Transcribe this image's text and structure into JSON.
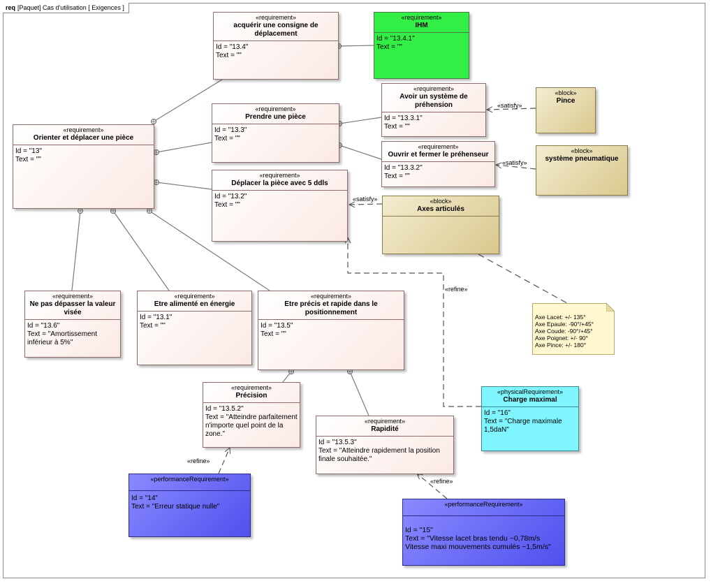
{
  "frame": {
    "keyword": "req",
    "title": "[Paquet] Cas d'utilisation [ Exigences ]"
  },
  "stereotypes": {
    "requirement": "«requirement»",
    "block": "«block»",
    "physical": "«physicalRequirement»",
    "performance": "«performanceRequirement»"
  },
  "requirements": {
    "r13": {
      "name": "Orienter et déplacer une pièce",
      "id": "Id = \"13\"",
      "text": "Text = \"\""
    },
    "r134": {
      "name": "acquérir une consigne de déplacement",
      "id": "Id = \"13.4\"",
      "text": "Text = \"\""
    },
    "r1341": {
      "name": "IHM",
      "id": "Id = \"13.4.1\"",
      "text": "Text = \"\""
    },
    "r133": {
      "name": "Prendre une pièce",
      "id": "Id = \"13.3\"",
      "text": "Text = \"\""
    },
    "r1331": {
      "name": "Avoir un système de préhension",
      "id": "Id = \"13.3.1\"",
      "text": "Text = \"\""
    },
    "r1332": {
      "name": "Ouvrir et fermer le préhenseur",
      "id": "Id = \"13.3.2\"",
      "text": "Text = \"\""
    },
    "r132": {
      "name": "Déplacer la pièce avec 5 ddls",
      "id": "Id = \"13.2\"",
      "text": "Text = \"\""
    },
    "r136": {
      "name": "Ne pas dépasser la valeur visée",
      "id": "Id = \"13.6\"",
      "text": "Text = \"Amortissement inférieur à 5%\""
    },
    "r131": {
      "name": "Etre alimenté en énergie",
      "id": "Id = \"13.1\"",
      "text": "Text = \"\""
    },
    "r135": {
      "name": "Etre précis et rapide dans le positionnement",
      "id": "Id = \"13.5\"",
      "text": "Text = \"\""
    },
    "r1352": {
      "name": "Précision",
      "id": "Id = \"13.5.2\"",
      "text": "Text = \"Atteindre parfaitement n'importe quel point de la zone.\""
    },
    "r1353": {
      "name": "Rapidité",
      "id": "Id = \"13.5.3\"",
      "text": "Text = \"Atteindre rapidement la position finale souhaitée.\""
    },
    "r16": {
      "name": "Charge maximal",
      "id": "Id = \"16\"",
      "text": "Text = \"Charge maximale 1,5daN\""
    },
    "r14": {
      "id": "Id = \"14\"",
      "text": "Text = \"Erreur statique nulle\""
    },
    "r15": {
      "id": "Id = \"15\"",
      "text": "Text = \"Vitesse lacet bras tendu ~0,78m/s",
      "text2": "Vitesse maxi mouvements cumulés ~1,5m/s\""
    }
  },
  "blocks": {
    "pince": "Pince",
    "pneu": "système pneumatique",
    "axes": "Axes articulés"
  },
  "note": {
    "lines": [
      "Axe Lacet: +/- 135°",
      "Axe Epaule: -90°/+45°",
      "Axe Coude: -90°/+45°",
      "Axe Poignet: +/- 90°",
      "Axe Pince: +/- 180°"
    ]
  },
  "labels": {
    "satisfy": "«satisfy»",
    "refine": "«refine»"
  }
}
